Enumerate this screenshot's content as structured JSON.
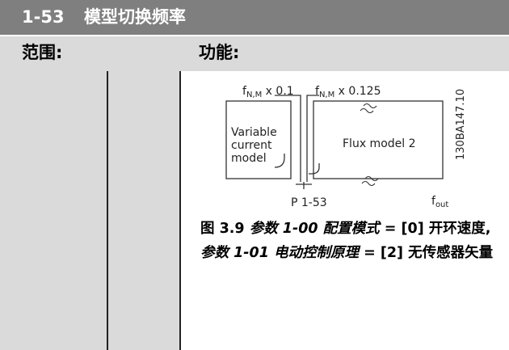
{
  "title": {
    "number": "1-53",
    "name": "模型切换频率"
  },
  "header": {
    "range": "范围:",
    "function": "功能:"
  },
  "diagram": {
    "label_f1_base": "f",
    "label_f1_sub": "N,M",
    "label_f1_tail": " x 0.1",
    "label_f2_base": "f",
    "label_f2_sub": "N,M",
    "label_f2_tail": " x 0.125",
    "variable_line1": "Variable",
    "variable_line2": "current",
    "variable_line3": "model",
    "flux_model": "Flux model 2",
    "param": "P 1-53",
    "fout_base": "f",
    "fout_sub": "out",
    "code": "130BA147.10"
  },
  "caption": {
    "fig": "图 3.9 ",
    "p1": "参数 1-00 配置模式",
    "eq1": " = [0] 开环速度, ",
    "p2": "参数 1-01 电动控制原理",
    "eq2": " = [2] 无传感器矢量"
  }
}
